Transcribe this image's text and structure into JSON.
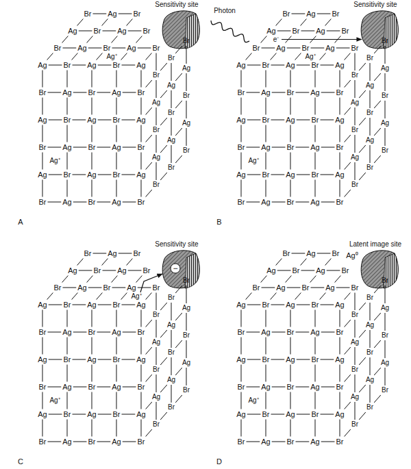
{
  "diagram": {
    "labels": [
      "Sensitivity site",
      "Ag⁺",
      "Ag⁺",
      "A",
      "Br",
      "Ag",
      "Br",
      "Ag",
      "Br",
      "Ag",
      "Br",
      "Br",
      "Ag",
      "Br",
      "Ag",
      "Br",
      "Ag",
      "Br",
      "Ag",
      "Br",
      "Ag",
      "Br",
      "Ag",
      "Br",
      "Ag",
      "Br",
      "Br",
      "Br",
      "Br",
      "Ag",
      "Br",
      "Ag",
      "Br",
      "Ag",
      "Ag",
      "Ag",
      "Ag",
      "Br",
      "Ag",
      "Br",
      "Ag",
      "Br",
      "Br",
      "Br",
      "Br",
      "Ag",
      "Br",
      "Ag",
      "Br",
      "Ag",
      "Ag",
      "Ag",
      "Ag",
      "Br",
      "Ag",
      "Br",
      "Ag",
      "Br",
      "Br",
      "Br",
      "Br",
      "Photon",
      "Sensitivity site",
      "e⁻",
      "Ag⁺",
      "Ag⁺",
      "B",
      "Br",
      "Ag",
      "Br",
      "Ag",
      "Br",
      "Ag",
      "Br",
      "Br",
      "Ag",
      "Br",
      "Ag",
      "Br",
      "Ag",
      "Br",
      "Ag",
      "Br",
      "Ag",
      "Br",
      "Ag",
      "Br",
      "Ag",
      "Br",
      "Br",
      "Br",
      "Br",
      "Ag",
      "Br",
      "Ag",
      "Br",
      "Ag",
      "Ag",
      "Ag",
      "Ag",
      "Br",
      "Ag",
      "Br",
      "Ag",
      "Br",
      "Br",
      "Br",
      "Br",
      "Ag",
      "Br",
      "Ag",
      "Br",
      "Ag",
      "Ag",
      "Ag",
      "Ag",
      "Br",
      "Ag",
      "Br",
      "Ag",
      "Br",
      "Br",
      "Br",
      "Br",
      "Sensitivity site",
      "−",
      "Ag⁺",
      "Ag⁺",
      "C",
      "Br",
      "Ag",
      "Br",
      "Ag",
      "Br",
      "Ag",
      "Br",
      "Br",
      "Ag",
      "Br",
      "Ag",
      "Br",
      "Ag",
      "Br",
      "Ag",
      "Br",
      "Ag",
      "Br",
      "Ag",
      "Br",
      "Ag",
      "Br",
      "Br",
      "Br",
      "Br",
      "Ag",
      "Br",
      "Ag",
      "Br",
      "Ag",
      "Ag",
      "Ag",
      "Ag",
      "Br",
      "Ag",
      "Br",
      "Ag",
      "Br",
      "Br",
      "Br",
      "Br",
      "Ag",
      "Br",
      "Ag",
      "Br",
      "Ag",
      "Ag",
      "Ag",
      "Ag",
      "Br",
      "Ag",
      "Br",
      "Ag",
      "Br",
      "Br",
      "Br",
      "Br",
      "Latent image site",
      "Ag⁰",
      "Ag⁺",
      "D",
      "Br",
      "Ag",
      "Br",
      "Ag",
      "Br",
      "Ag",
      "Br",
      "Br",
      "Ag",
      "Br",
      "Ag",
      "Br",
      "Ag",
      "Br",
      "Ag",
      "Br",
      "Ag",
      "Br",
      "Ag",
      "Br",
      "Ag",
      "Br",
      "Br",
      "Br",
      "Br",
      "Ag",
      "Br",
      "Ag",
      "Br",
      "Ag",
      "Ag",
      "Ag",
      "Ag",
      "Br",
      "Ag",
      "Br",
      "Ag",
      "Br",
      "Br",
      "Br",
      "Br",
      "Ag",
      "Br",
      "Ag",
      "Br",
      "Ag",
      "Ag",
      "Ag",
      "Ag",
      "Br",
      "Ag",
      "Br",
      "Ag",
      "Br",
      "Br",
      "Br",
      "Br"
    ]
  }
}
